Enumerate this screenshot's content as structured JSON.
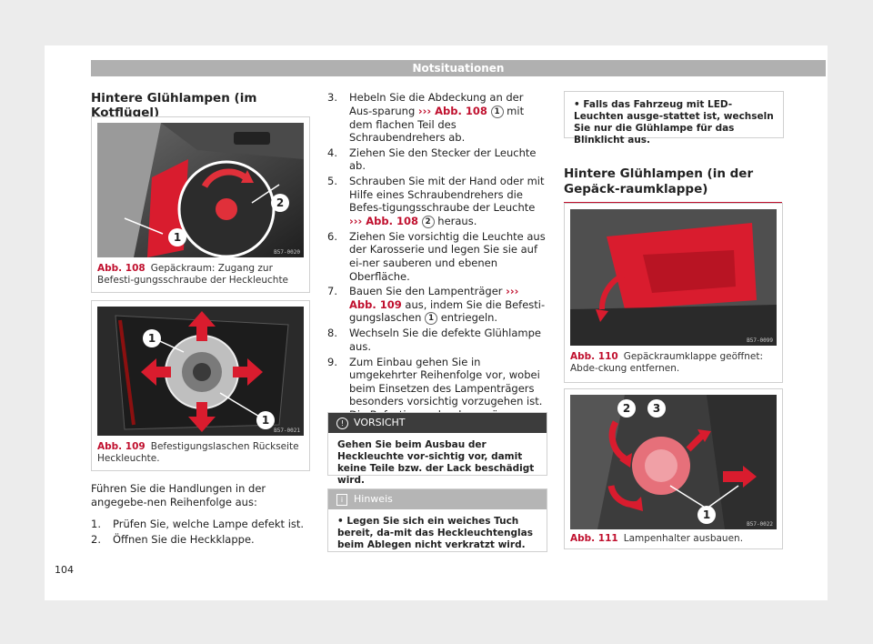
{
  "header": {
    "title": "Notsituationen"
  },
  "left": {
    "section_title": "Hintere Glühlampen (im Kotflügel)",
    "fig108": {
      "code": "B57-0020",
      "abb": "Abb. 108",
      "caption": "Gepäckraum: Zugang zur Befesti-gungsschraube der Heckleuchte",
      "label1": "1",
      "label2": "2"
    },
    "fig109": {
      "code": "B57-0021",
      "abb": "Abb. 109",
      "caption": "Befestigungslaschen Rückseite Heckleuchte.",
      "label1": "1",
      "label1b": "1"
    },
    "intro": "Führen Sie die Handlungen in der angegebe-nen Reihenfolge aus:",
    "steps": [
      {
        "num": "1.",
        "text": "Prüfen Sie, welche Lampe defekt ist."
      },
      {
        "num": "2.",
        "text": "Öffnen Sie die Heckklappe."
      }
    ]
  },
  "middle": {
    "steps": [
      {
        "num": "3.",
        "pre": "Hebeln Sie die Abdeckung an der Aus-sparung ",
        "ref": "››› Abb. 108",
        "circ": "1",
        "post": " mit dem flachen Teil des Schraubendrehers ab."
      },
      {
        "num": "4.",
        "text": "Ziehen Sie den Stecker der Leuchte ab."
      },
      {
        "num": "5.",
        "pre": "Schrauben Sie mit der Hand oder mit Hilfe eines Schraubendrehers die Befes-tigungsschraube der Leuchte ",
        "ref": "››› Abb. 108",
        "circ": "2",
        "post": " heraus."
      },
      {
        "num": "6.",
        "text": "Ziehen Sie vorsichtig die Leuchte aus der Karosserie und legen Sie sie auf ei-ner sauberen und ebenen Oberfläche."
      },
      {
        "num": "7.",
        "pre": "Bauen Sie den Lampenträger ",
        "ref": "››› Abb. 109",
        "mid": " aus, indem Sie die Befesti-gungslaschen ",
        "circ": "1",
        "post": " entriegeln."
      },
      {
        "num": "8.",
        "text": "Wechseln Sie die defekte Glühlampe aus."
      },
      {
        "num": "9.",
        "text": "Zum Einbau gehen Sie in umgekehrter Reihenfolge vor, wobei beim Einsetzen des Lampenträgers besonders vorsichtig vorzugehen ist. Die Befestigungslaschen müssen hörbar einrasten."
      }
    ],
    "caution": {
      "icon": "!",
      "title": "VORSICHT",
      "text": "Gehen Sie beim Ausbau der Heckleuchte vor-sichtig vor, damit keine Teile bzw. der Lack beschädigt wird."
    },
    "hint": {
      "icon": "i",
      "title": "Hinweis",
      "bullet": "•",
      "text": "Legen Sie sich ein weiches Tuch bereit, da-mit das Heckleuchtenglas beim Ablegen nicht verkratzt wird."
    }
  },
  "right": {
    "note": {
      "bullet": "•",
      "text": "Falls das Fahrzeug mit LED-Leuchten ausge-stattet ist, wechseln Sie nur die Glühlampe für das Blinklicht aus."
    },
    "section_title": "Hintere Glühlampen (in der Gepäck-raumklappe)",
    "fig110": {
      "code": "B57-0099",
      "abb": "Abb. 110",
      "caption": "Gepäckraumklappe geöffnet: Abde-ckung entfernen."
    },
    "fig111": {
      "code": "B57-0022",
      "abb": "Abb. 111",
      "caption": "Lampenhalter ausbauen.",
      "label1": "1",
      "label2": "2",
      "label3": "3"
    }
  },
  "page_number": "104",
  "colors": {
    "accent": "#c0102e",
    "header_bar": "#b0b0b0",
    "caution_head": "#3c3c3c",
    "hint_head": "#b5b5b5"
  }
}
